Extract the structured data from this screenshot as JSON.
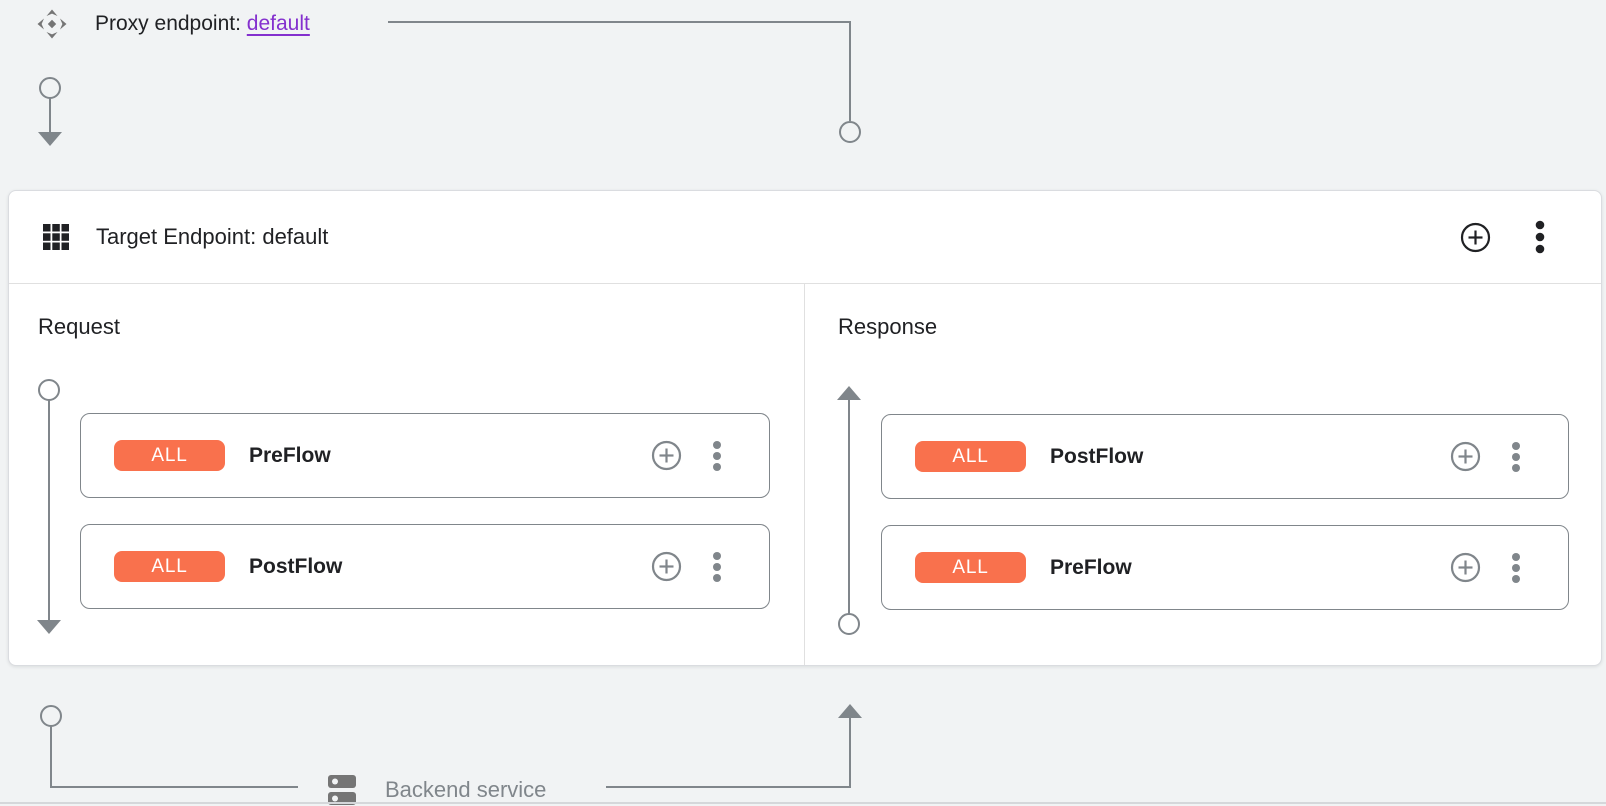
{
  "colors": {
    "background": "#F1F3F4",
    "card_background": "#FFFFFF",
    "card_border": "#DADCE0",
    "flow_card_border": "#80868B",
    "connector_gray": "#80868B",
    "badge_orange": "#F9714D",
    "link_purple": "#8430CE",
    "text_primary": "#202124",
    "text_muted": "#80868B"
  },
  "proxy_endpoint": {
    "label": "Proxy endpoint:",
    "link_text": "default"
  },
  "target_endpoint": {
    "title": "Target Endpoint: default"
  },
  "request_panel": {
    "title": "Request",
    "flows": [
      {
        "badge": "ALL",
        "name": "PreFlow"
      },
      {
        "badge": "ALL",
        "name": "PostFlow"
      }
    ]
  },
  "response_panel": {
    "title": "Response",
    "flows": [
      {
        "badge": "ALL",
        "name": "PostFlow"
      },
      {
        "badge": "ALL",
        "name": "PreFlow"
      }
    ]
  },
  "backend_service": {
    "label": "Backend service"
  },
  "icons": {
    "proxy_endpoint": "move-diamond-icon",
    "target_endpoint_header": "grid-icon",
    "add": "add-circle-icon",
    "menu": "more-vert-icon",
    "backend": "dns-server-icon"
  }
}
